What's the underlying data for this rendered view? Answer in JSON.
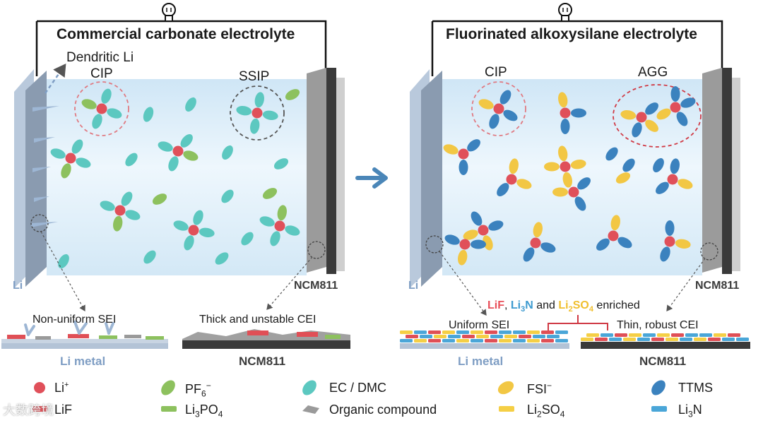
{
  "left_panel": {
    "title": "Commercial carbonate electrolyte",
    "dendrite_label": "Dendritic Li",
    "cluster1_label": "CIP",
    "cluster2_label": "SSIP",
    "anode_label": "Li",
    "cathode_label": "NCM811",
    "sei_label": "Non-uniform SEI",
    "cei_label": "Thick and unstable CEI",
    "bottom_anode": "Li metal",
    "bottom_cathode": "NCM811"
  },
  "arrow": {
    "icon": "right-arrow-icon",
    "color": "#4a86b8"
  },
  "right_panel": {
    "title": "Fluorinated alkoxysilane electrolyte",
    "cluster1_label": "CIP",
    "cluster2_label": "AGG",
    "anode_label": "Li",
    "cathode_label": "NCM811",
    "enrich": {
      "part1": "LiF",
      "sep1": ", ",
      "part2": "Li",
      "part2_sub": "3",
      "part2_end": "N",
      "sep2": " and ",
      "part3": "Li",
      "part3_sub": "2",
      "part3_mid": "SO",
      "part3_sub2": "4",
      "tail": " enriched"
    },
    "sei_label": "Uniform SEI",
    "cei_label": "Thin, robust CEI",
    "bottom_anode": "Li metal",
    "bottom_cathode": "NCM811"
  },
  "legend": {
    "li_ion": {
      "text": "Li",
      "sup": "+"
    },
    "lif": "LiF",
    "pf6": {
      "text": "PF",
      "sub": "6",
      "sup": "−"
    },
    "li3po4": {
      "a": "Li",
      "sub1": "3",
      "b": "PO",
      "sub2": "4"
    },
    "ec_dmc": "EC / DMC",
    "organic": "Organic compound",
    "fsi": {
      "text": "FSI",
      "sup": "−"
    },
    "li2so4": {
      "a": "Li",
      "sub1": "2",
      "b": "SO",
      "sub2": "4"
    },
    "ttms": "TTMS",
    "li3n": {
      "a": "Li",
      "sub1": "3",
      "b": "N"
    }
  },
  "watermark": "大数跨境",
  "colors": {
    "li_ion": "#e0505a",
    "ec_dmc": "#5cc8c0",
    "pf6": "#8dc15e",
    "fsi": "#f2c744",
    "ttms": "#3b82be",
    "lif": "#e04f56",
    "li3n": "#4aa6d8",
    "li2so4": "#f5cf45",
    "organic": "#9a9a9a",
    "enrich_lif": "#e8505a",
    "enrich_li3n": "#3e9bd0",
    "enrich_li2so4": "#f0bf2e"
  }
}
